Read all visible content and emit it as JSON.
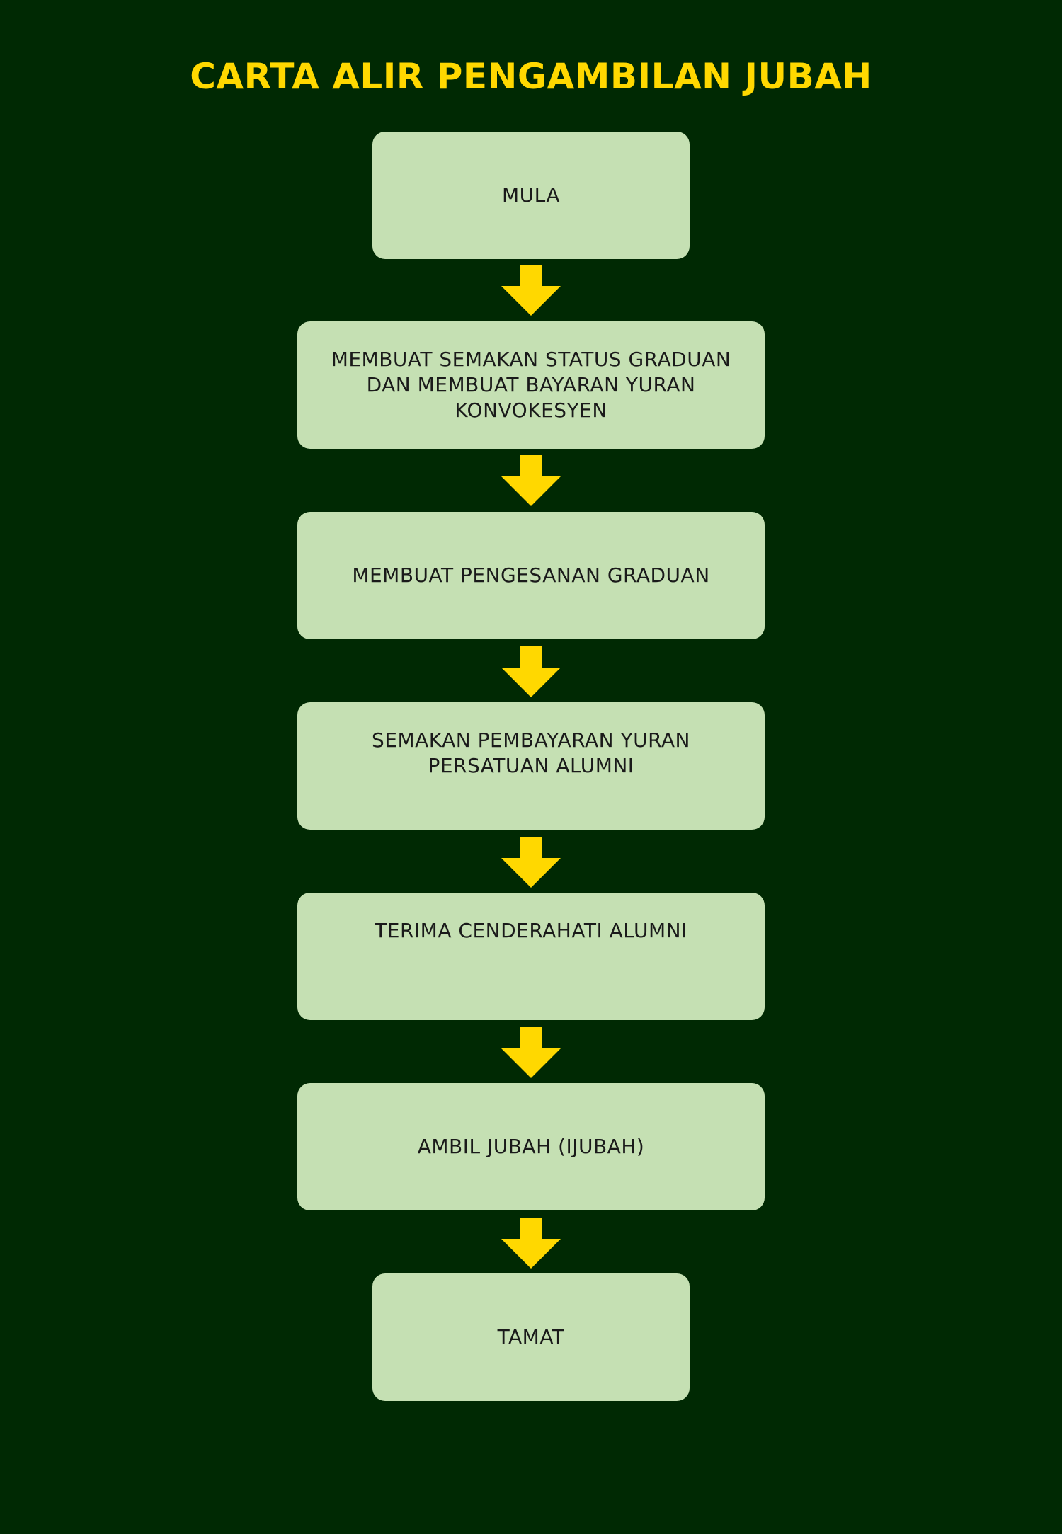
{
  "diagram": {
    "title": "CARTA ALIR PENGAMBILAN JUBAH",
    "steps": [
      "MULA",
      "MEMBUAT SEMAKAN STATUS GRADUAN\nDAN MEMBUAT BAYARAN YURAN\nKONVOKESYEN",
      "MEMBUAT PENGESANAN GRADUAN",
      "SEMAKAN PEMBAYARAN YURAN\nPERSATUAN ALUMNI",
      "TERIMA CENDERAHATI ALUMNI",
      "AMBIL JUBAH (IJUBAH)",
      "TAMAT"
    ],
    "colors": {
      "background": "#002903",
      "title": "#ffd800",
      "box_fill": "#c5e0b3",
      "arrow": "#ffd800",
      "text": "#1a1a1a"
    },
    "connector_icon": "arrow-down-icon"
  }
}
